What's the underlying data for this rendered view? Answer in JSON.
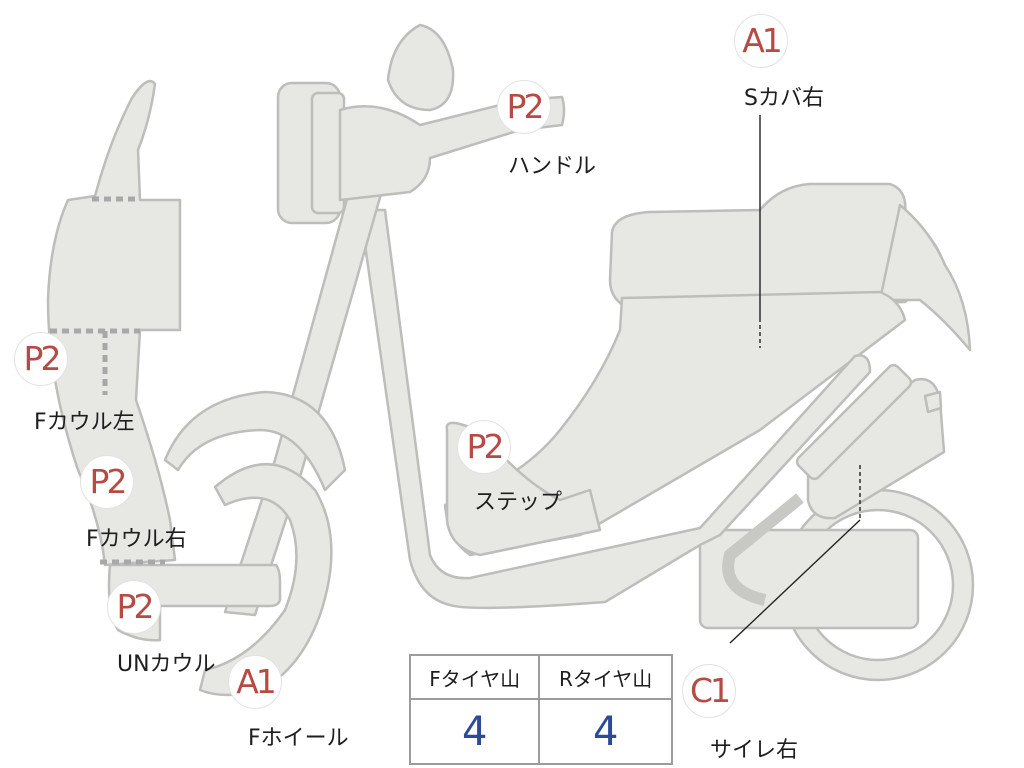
{
  "parts": [
    {
      "id": "s-cover-right",
      "grade": "A1",
      "label": "Sカバ右"
    },
    {
      "id": "handle",
      "grade": "P2",
      "label": "ハンドル"
    },
    {
      "id": "f-cowl-left",
      "grade": "P2",
      "label": "Fカウル左"
    },
    {
      "id": "f-cowl-right",
      "grade": "P2",
      "label": "Fカウル右"
    },
    {
      "id": "step",
      "grade": "P2",
      "label": "ステップ"
    },
    {
      "id": "un-cowl",
      "grade": "P2",
      "label": "UNカウル"
    },
    {
      "id": "f-wheel",
      "grade": "A1",
      "label": "Fホイール"
    },
    {
      "id": "muffler-right",
      "grade": "C1",
      "label": "サイレ右"
    }
  ],
  "tire_table": {
    "headers": [
      "Fタイヤ山",
      "Rタイヤ山"
    ],
    "values": [
      "4",
      "4"
    ]
  },
  "colors": {
    "grade_text": "#b64a44",
    "tire_value_text": "#2b4a9a",
    "body_fill": "#e7e7e4",
    "outline": "#bdbdba"
  }
}
